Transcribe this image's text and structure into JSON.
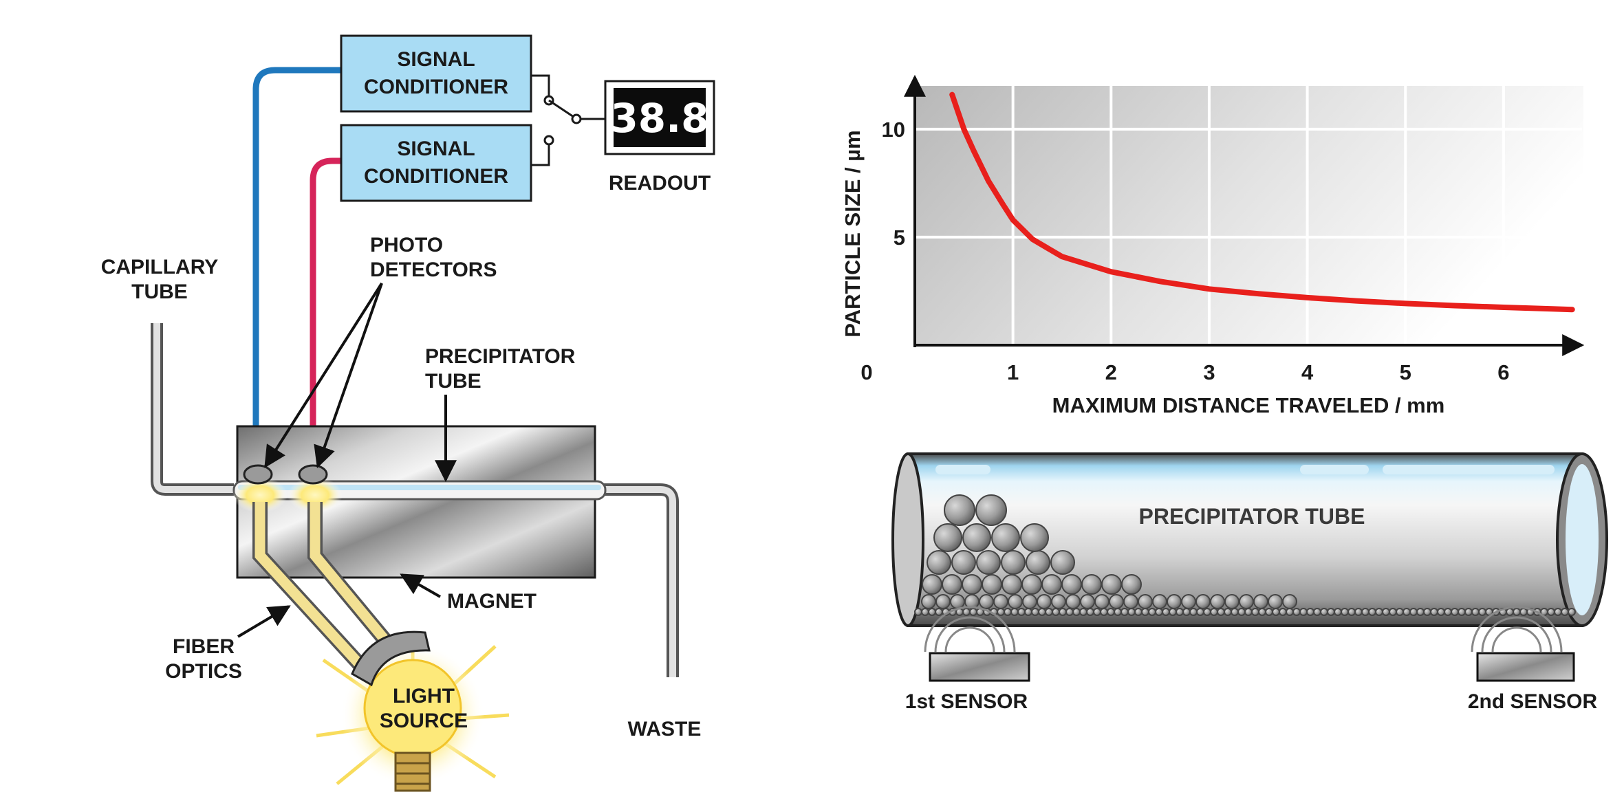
{
  "left_diagram": {
    "conditioner_top_line1": "SIGNAL",
    "conditioner_top_line2": "CONDITIONER",
    "conditioner_bottom_line1": "SIGNAL",
    "conditioner_bottom_line2": "CONDITIONER",
    "readout_value": "38.8",
    "readout_label": "READOUT",
    "photo_detectors_line1": "PHOTO",
    "photo_detectors_line2": "DETECTORS",
    "capillary_tube_line1": "CAPILLARY",
    "capillary_tube_line2": "TUBE",
    "precipitator_tube_line1": "PRECIPITATOR",
    "precipitator_tube_line2": "TUBE",
    "magnet_label": "MAGNET",
    "fiber_optics_line1": "FIBER",
    "fiber_optics_line2": "OPTICS",
    "light_source_line1": "LIGHT",
    "light_source_line2": "SOURCE",
    "waste_label": "WASTE"
  },
  "chart_data": {
    "type": "line",
    "xlabel": "MAXIMUM DISTANCE TRAVELED / mm",
    "ylabel": "PARTICLE SIZE / µm",
    "xlim": [
      0,
      6.8
    ],
    "ylim": [
      0,
      12
    ],
    "x_ticks": [
      0,
      1,
      2,
      3,
      4,
      5,
      6
    ],
    "y_ticks": [
      5,
      10
    ],
    "grid": true,
    "series": [
      {
        "color": "#e8201c",
        "x": [
          0.38,
          0.5,
          0.6,
          0.75,
          0.9,
          1.0,
          1.2,
          1.5,
          2.0,
          2.5,
          3.0,
          3.5,
          4.0,
          4.5,
          5.0,
          5.5,
          6.0,
          6.5,
          6.7
        ],
        "y": [
          11.6,
          10.0,
          9.0,
          7.6,
          6.5,
          5.8,
          4.9,
          4.1,
          3.4,
          2.95,
          2.6,
          2.38,
          2.2,
          2.05,
          1.93,
          1.83,
          1.75,
          1.68,
          1.65
        ]
      }
    ]
  },
  "right_diagram": {
    "tube_label": "PRECIPITATOR TUBE",
    "sensor1_label": "1st SENSOR",
    "sensor2_label": "2nd SENSOR"
  },
  "colors": {
    "conditioner_fill": "#a9dcf4",
    "blue_wire": "#1f78bd",
    "red_wire": "#d6245a",
    "curve": "#e8201c",
    "fiber": "#f3e193"
  }
}
